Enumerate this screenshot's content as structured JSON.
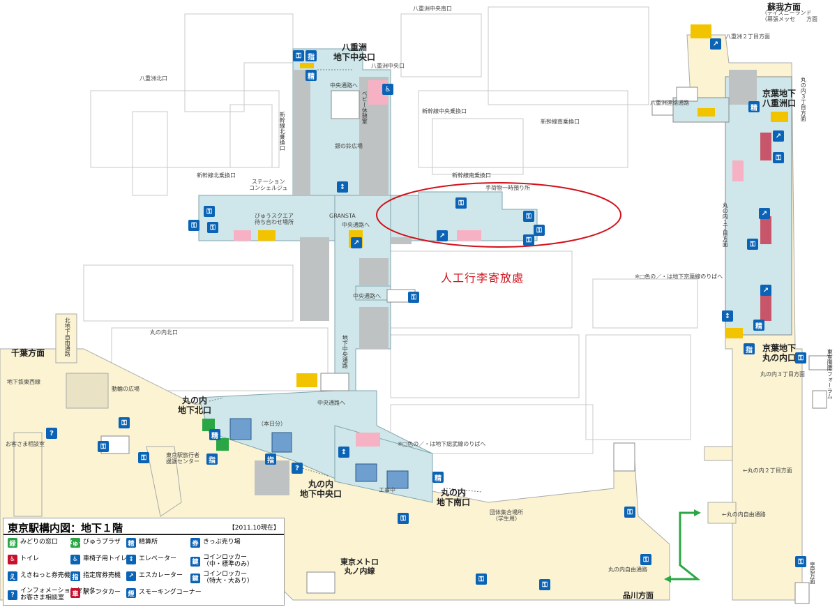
{
  "annotation": {
    "text": "人工行李寄放處",
    "color": "#d0121b"
  },
  "colors": {
    "corridor": "#cfe7ea",
    "floor": "#fbf3d2",
    "wall": "#bfc2c3",
    "blue": "#0b63b6",
    "stair": "#f2c400",
    "toilet": "#f6b2c4",
    "green": "#2aa744"
  },
  "labels": {
    "yaesu_chuo": "八重洲\n地下中央口",
    "yaesu_chuo_s": "八重洲中央南口",
    "yaesu_chuo_n": "八重洲中央口",
    "yaesu_kita": "八重洲北口",
    "shinkansen_chuo": "新幹線中央乗換口",
    "shinkansen_kita": "新幹線北乗換口",
    "shinkansen_minami": "新幹線南乗換口",
    "shinkansen_minami2": "新幹線南乗換口",
    "chuo_tsuro1": "中央通路へ",
    "chuo_tsuro2": "中央通路へ",
    "chuo_tsuro3": "中央通路へ",
    "chuo_tsuro4": "中央通路へ",
    "baby": "ベビー休憩室",
    "ginnosuzu": "銀の鈴広場",
    "station_concierge": "ステーション\nコンシェルジュ",
    "view_square": "びゅうスクエア\n待ち合わせ場所",
    "gransta": "GRANSTA",
    "tenimotsu": "手荷物一時預り所",
    "chika_chuo": "地下中央通路",
    "marunouchi_kita_gate": "丸の内北口",
    "kita_chika": "北地下自由通路",
    "chiba": "千葉方面",
    "chika_tetsu": "地下鉄東西線",
    "doutai": "動輪の広場",
    "soudan": "お客さま相談室",
    "marunouchi_kita": "丸の内\n地下北口",
    "honjitsu": "（本日分）",
    "ryokou": "東京駅旅行者\n援護センター",
    "sobu_note": "※□色の／・は地下総武線のりばへ",
    "kouji": "工事中",
    "marunouchi_chuo": "丸の内\n地下中央口",
    "marunouchi_minami": "丸の内\n地下南口",
    "dantai": "団体集合場所\n（学生用）",
    "metro": "東京メトロ\n丸ノ内線",
    "marunouchi_jiyu": "丸の内自由通路",
    "shinagawa": "品川方面",
    "soga": "蘇我方面",
    "disney": "（ディズニーランド\n（幕張メッセ　　方面",
    "yaesu2": "八重洲２丁目方面",
    "yaesu_renraku": "八重洲連絡通路",
    "keiyo_yaesu": "京葉地下\n八重洲口",
    "marunouchi3a": "丸の内３丁目方面",
    "marunouchi1": "丸の内１丁目方面",
    "keiyo_note": "※□色の／・は地下京葉線のりばへ",
    "keiyo_marunouchi": "京葉地下\n丸の内口",
    "forum": "東京国際フォーラム",
    "marunouchi3b": "丸の内３丁目方面",
    "marunouchi2": "←丸の内２丁目方面",
    "marunouchi_jiyu2": "←丸の内自由通路",
    "kokyo": "皇居方面"
  },
  "legend": {
    "title": "東京駅構内図：地下１階",
    "date": "【2011.10現在】",
    "items": [
      {
        "icon": "midori-window-icon",
        "glyph": "緑",
        "color": "#2aa744",
        "label": "みどりの窓口"
      },
      {
        "icon": "view-plaza-icon",
        "glyph": "びゅう",
        "color": "#2aa744",
        "label": "びゅうプラザ"
      },
      {
        "icon": "fare-adjust-icon",
        "glyph": "精",
        "color": "#0b63b6",
        "label": "精算所"
      },
      {
        "icon": "ticket-machine-icon",
        "glyph": "券",
        "color": "#0b63b6",
        "label": "きっぷ売り場"
      },
      {
        "icon": "toilet-icon",
        "glyph": "♿",
        "color": "#c8102e",
        "label": "トイレ"
      },
      {
        "icon": "wheelchair-toilet-icon",
        "glyph": "♿",
        "color": "#0b63b6",
        "label": "車椅子用トイレ"
      },
      {
        "icon": "elevator-icon",
        "glyph": "↕",
        "color": "#0b63b6",
        "label": "エレベーター"
      },
      {
        "icon": "coin-locker-icon",
        "glyph": "鍵",
        "color": "#0b63b6",
        "label": "コインロッカー\n（中・標準のみ）"
      },
      {
        "icon": "eki-net-icon",
        "glyph": "え",
        "color": "#0b63b6",
        "label": "えきねっと券売機"
      },
      {
        "icon": "reserved-ticket-icon",
        "glyph": "指",
        "color": "#0b63b6",
        "label": "指定席券売機"
      },
      {
        "icon": "escalator-icon",
        "glyph": "↗",
        "color": "#0b63b6",
        "label": "エスカレーター"
      },
      {
        "icon": "coin-locker-large-icon",
        "glyph": "鍵",
        "color": "#0b63b6",
        "label": "コインロッカー\n（特大・大あり）"
      },
      {
        "icon": "info-center-icon",
        "glyph": "?",
        "color": "#0b63b6",
        "label": "インフォメーションセンター\nお客さま相談室"
      },
      {
        "icon": "rent-a-car-icon",
        "glyph": "車",
        "color": "#c8102e",
        "label": "駅レンタカー"
      },
      {
        "icon": "smoking-icon",
        "glyph": "煙",
        "color": "#0b63b6",
        "label": "スモーキングコーナー"
      }
    ]
  }
}
